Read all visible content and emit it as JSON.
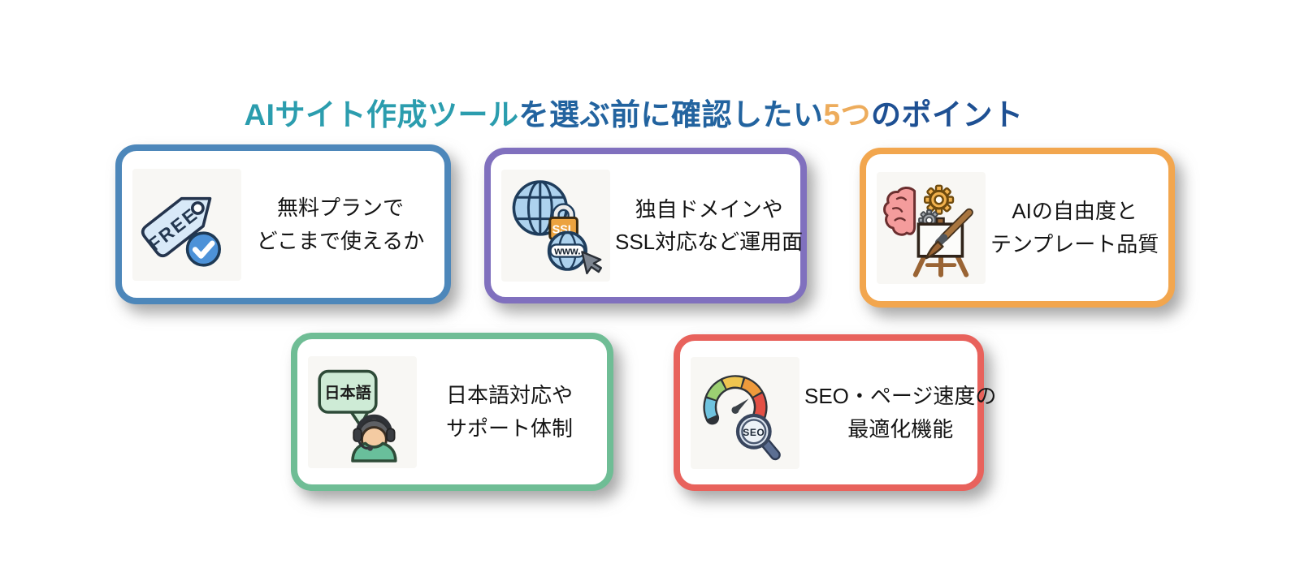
{
  "colors": {
    "background": "#ffffff",
    "title_teal": "#2B9DAE",
    "title_blue": "#22639F",
    "title_dark_blue": "#1E5093",
    "accent_orange": "#EDAC5C"
  },
  "title": {
    "full_text": "AIサイト作成ツールを選ぶ前に確認したい5つのポイント",
    "segments": [
      {
        "text": "AIサイト作成ツール",
        "color": "#2B9DAE"
      },
      {
        "text": "を選ぶ前に確認したい",
        "color": "#22639F"
      },
      {
        "text": "5つ",
        "color": "#EDAC5C"
      },
      {
        "text": "のポイント",
        "color": "#1E5093"
      }
    ]
  },
  "cards": [
    {
      "id": "free-plan",
      "border_color": "#4D87BA",
      "icon": "free-tag-check-icon",
      "line1": "無料プランで",
      "line2": "どこまで使えるか",
      "icon_labels": {
        "tag": "FREE"
      }
    },
    {
      "id": "domain-ssl",
      "border_color": "#8070BE",
      "icon": "globe-ssl-www-icon",
      "line1": "独自ドメインや",
      "line2": "SSL対応など運用面",
      "icon_labels": {
        "lock": "SSL",
        "globe": "www."
      }
    },
    {
      "id": "ai-template",
      "border_color": "#F2A64E",
      "icon": "brain-gears-easel-icon",
      "line1": "AIの自由度と",
      "line2": "テンプレート品質",
      "icon_labels": {}
    },
    {
      "id": "japanese-support",
      "border_color": "#6FBD95",
      "icon": "japanese-support-agent-icon",
      "line1": "日本語対応や",
      "line2": "サポート体制",
      "icon_labels": {
        "bubble": "日本語"
      }
    },
    {
      "id": "seo-speed",
      "border_color": "#E8625C",
      "icon": "gauge-seo-magnifier-icon",
      "line1": "SEO・ページ速度の",
      "line2": "最適化機能",
      "icon_labels": {
        "lens": "SEO"
      }
    }
  ]
}
